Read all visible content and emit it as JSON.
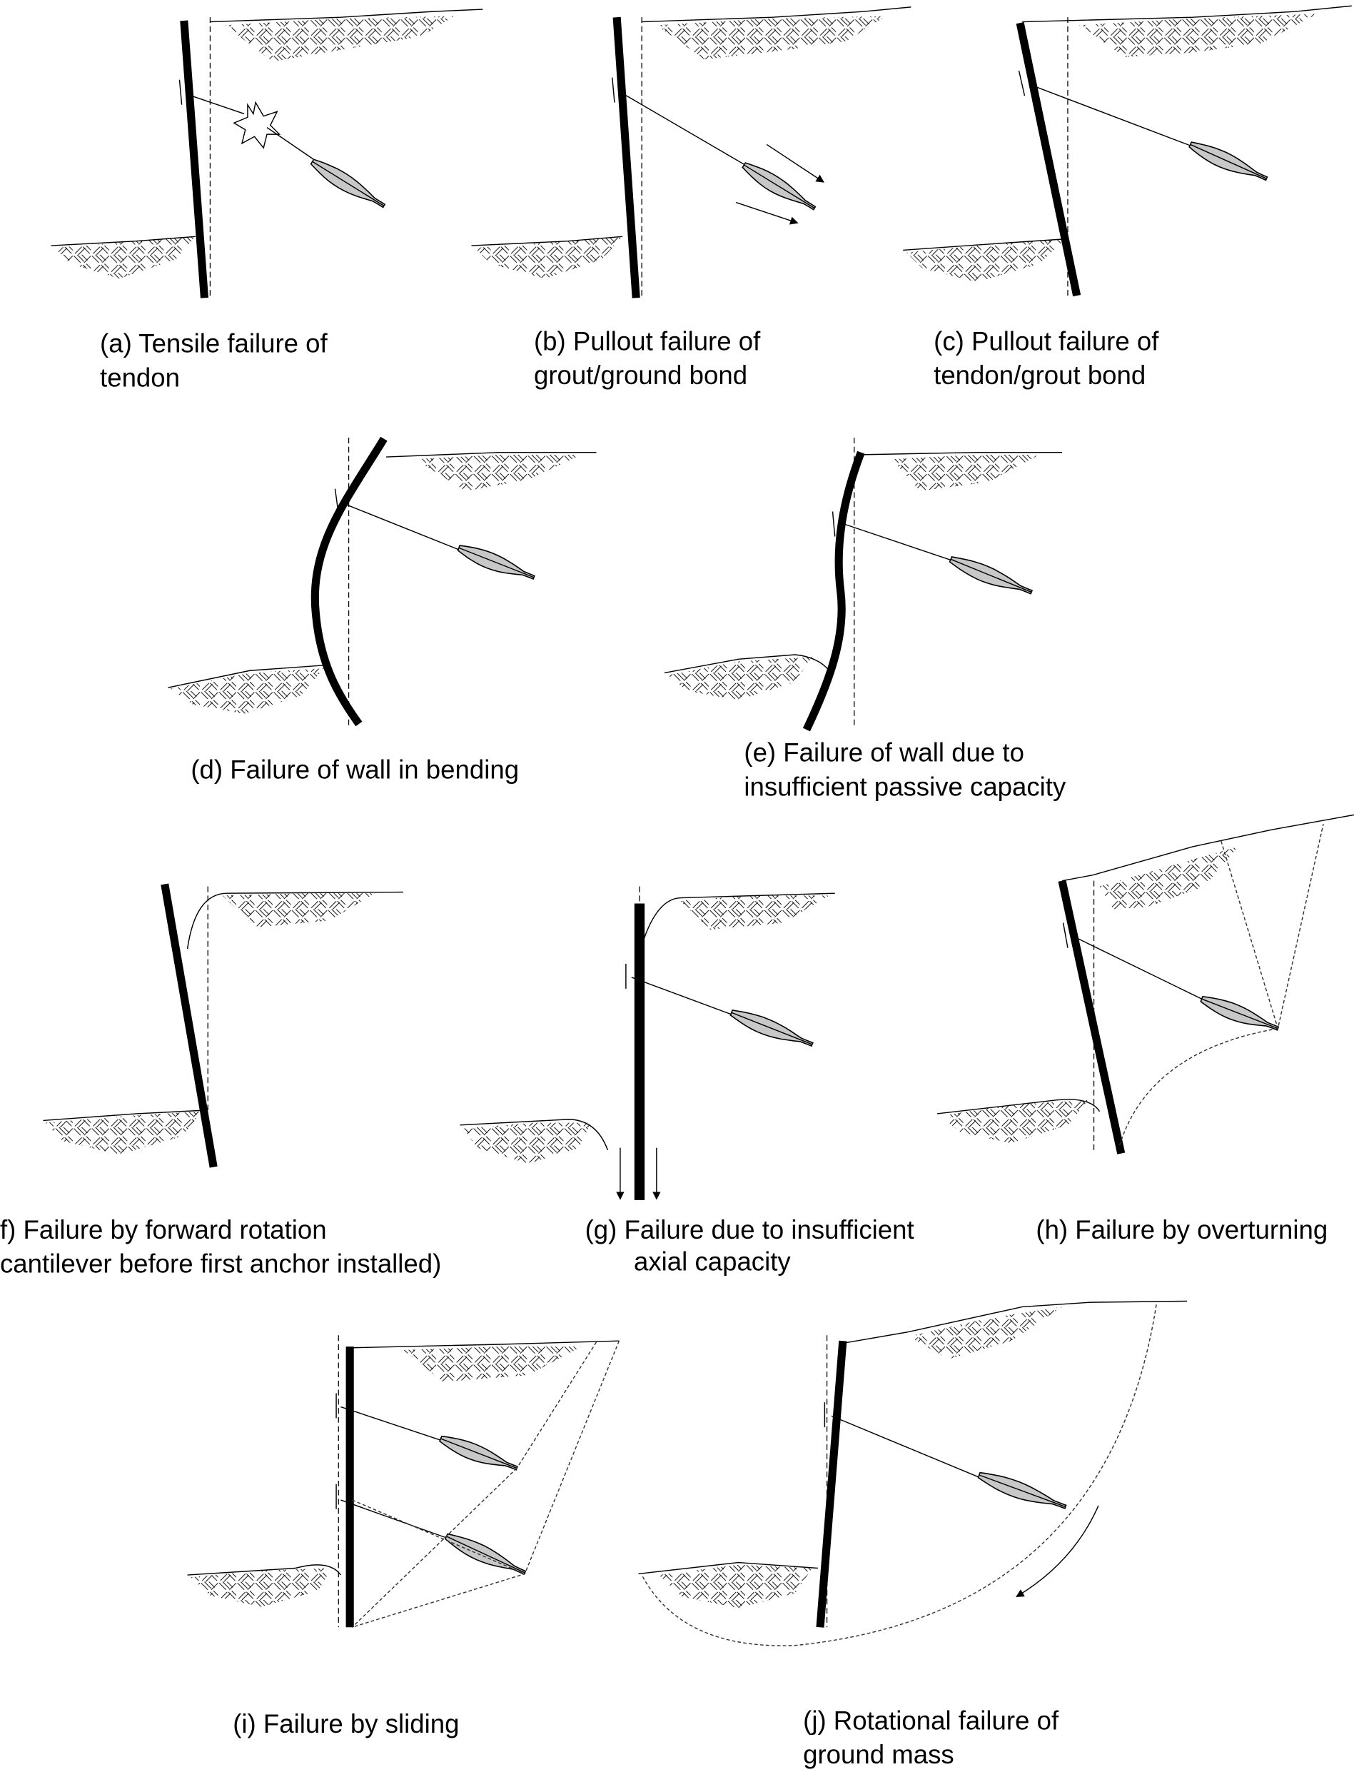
{
  "figure": {
    "panels": [
      {
        "id": "a",
        "caption": [
          "(a) Tensile failure of",
          "tendon"
        ]
      },
      {
        "id": "b",
        "caption": [
          "(b) Pullout failure of",
          "grout/ground bond"
        ]
      },
      {
        "id": "c",
        "caption": [
          "(c) Pullout failure of",
          "tendon/grout bond"
        ]
      },
      {
        "id": "d",
        "caption": [
          "(d) Failure of wall in bending"
        ]
      },
      {
        "id": "e",
        "caption": [
          "(e)  Failure of wall due to",
          "insufficient passive capacity"
        ]
      },
      {
        "id": "f",
        "caption": [
          "f) Failure by forward rotation",
          "cantilever before first anchor installed)"
        ]
      },
      {
        "id": "g",
        "caption": [
          "(g) Failure due to insufficient",
          "axial capacity"
        ]
      },
      {
        "id": "h",
        "caption": [
          "(h) Failure by overturning"
        ]
      },
      {
        "id": "i",
        "caption": [
          "(i) Failure by sliding"
        ]
      },
      {
        "id": "j",
        "caption": [
          "(j) Rotational failure of",
          "ground mass"
        ]
      }
    ],
    "colors": {
      "wall": "#000000",
      "grout": "#c8c8c8",
      "background": "#ffffff"
    }
  }
}
